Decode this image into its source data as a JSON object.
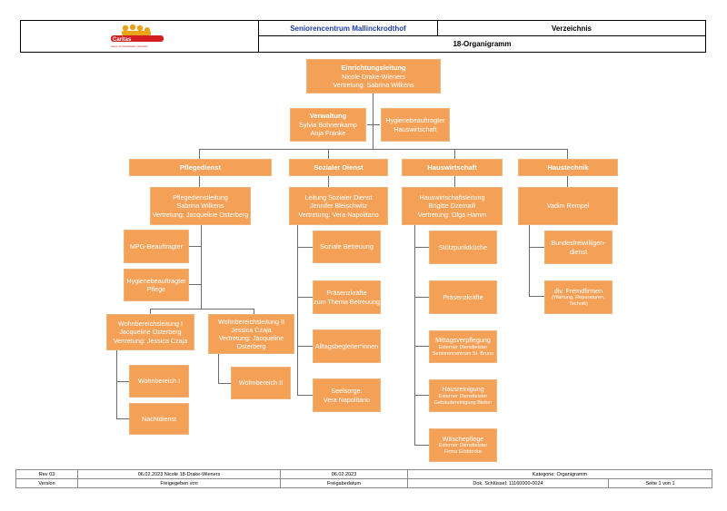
{
  "header": {
    "org_name": "Seniorencentrum Mallinckrodthof",
    "doc_type": "Verzeichnis",
    "doc_title": "18-Organigramm",
    "logo_word": "Caritas",
    "logo_sub": "Heime und Sozialstation Hosenfeld"
  },
  "chart": {
    "top": {
      "title": "Einrichtungsleitung",
      "l1": "Nicole Drake-Wieners",
      "l2": "Vertretung: Sabrina Wilkens"
    },
    "verwaltung": {
      "title": "Verwaltung",
      "l1": "Sylvia Bohnenkamp",
      "l2": "Anja Franke"
    },
    "hygiene_hw": {
      "l1": "Hygienebeauftragter",
      "l2": "Hauswirtschaft"
    },
    "departments": [
      "Pflegedienst",
      "Sozialer Dienst",
      "Hauswirtschaft",
      "Haustechnik"
    ],
    "pdl": {
      "l1": "Pflegedienstleitung",
      "l2": "Sabrina Wilkens",
      "l3": "Vertretung: Jacqueline Osterberg"
    },
    "lsd": {
      "l1": "Leitung Sozialer Dienst",
      "l2": "Jennifer Bleischwitz",
      "l3": "Vertretung: Vera Napolitano"
    },
    "hwl": {
      "l1": "Hauswirtschaftsleitung",
      "l2": "Brigitte Dzemaili",
      "l3": "Vertretung: Olga Hamm"
    },
    "ht": {
      "l1": "Vadim Rempel"
    },
    "mpg": "MPG-Beauftragter",
    "hyg_pflege": {
      "l1": "Hygienebeauftragter",
      "l2": "Pflege"
    },
    "wbl1": {
      "l1": "Wohnbereichsleitung I",
      "l2": "Jacqueline Osterberg",
      "l3": "Vertretung: Jessica Czaja"
    },
    "wbl2": {
      "l1": "Wohnbereichsleitung II",
      "l2": "Jessica Czaja",
      "l3": "Vertretung: Jacqueline",
      "l4": "Osterberg"
    },
    "wb1": "Wohnbereich I",
    "nacht": "Nachtdienst",
    "wb2": "Wohnbereich II",
    "soz_betreuung": "Soziale Betreuung",
    "praesenz_thema": {
      "l1": "Präsenzkräfte",
      "l2": "zum Thema Betreuung"
    },
    "alltag": "Alltagsbegleiter*innen",
    "seelsorge": {
      "l1": "Seelsorge:",
      "l2": "Vera Napolitano"
    },
    "stuetzpunkt": "Stützpunktküche",
    "praesenz": "Präsenzkräfte",
    "mittag": {
      "l1": "Mittagsverpflegung",
      "l2": "Externer Dienstleister",
      "l3": "Seniorencentrum St. Bruno"
    },
    "hausreinigung": {
      "l1": "Hausreinigung",
      "l2": "Externer Dienstleister",
      "l3": "Gebäudereinigung Bieber"
    },
    "waesche": {
      "l1": "Wäschepflege",
      "l2": "Externer Dienstleister",
      "l3": "Firma Göddecke"
    },
    "bfd": {
      "l1": "Bundesfreiwilligen-",
      "l2": "dienst"
    },
    "fremd": {
      "l1": "div. Fremdfirmen",
      "l2": "(Wartung, Reparaturen,",
      "l3": "Technik)"
    }
  },
  "footer": {
    "rev_value": "Rev 03",
    "freigegeben_value": "06.02.2023 Nicole 18-Drake-Wieners",
    "datum_value": "06.02.2023",
    "kategorie": "Kategorie: Organigramm",
    "version_label": "Version",
    "freigegeben_label": "Freigegeben von",
    "datum_label": "Freigabedatum",
    "dok_schluessel": "Dok. Schlüssel: 11160000-0024",
    "seite": "Seite 1 von 1"
  },
  "colors": {
    "box": "#f4a157",
    "line": "#6b6b6b",
    "title_blue": "#1f3ea8"
  }
}
